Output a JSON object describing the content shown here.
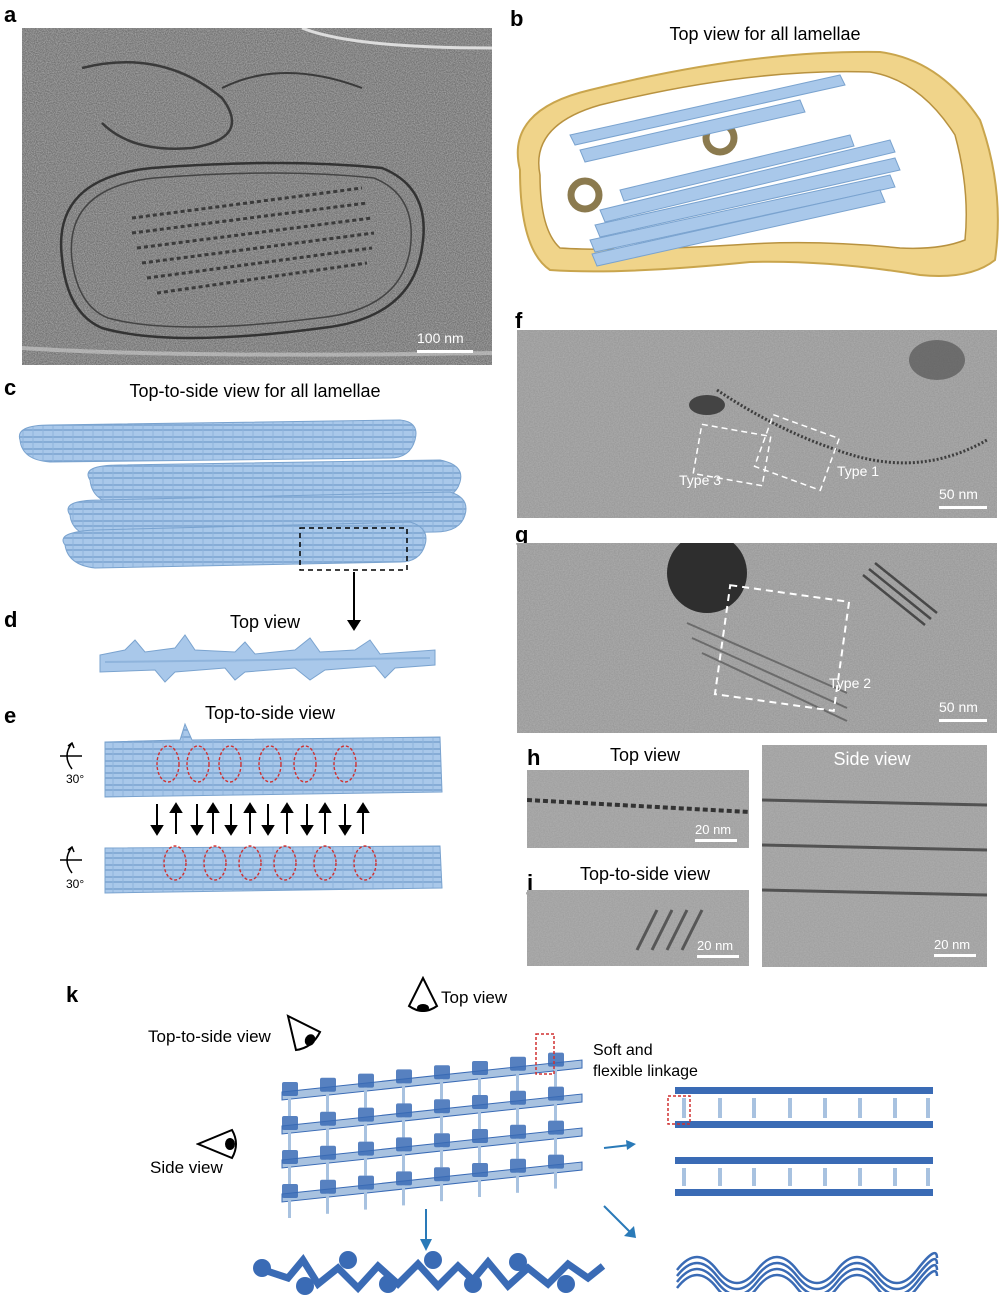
{
  "panels": {
    "a": {
      "label": "a",
      "scalebar": "100 nm"
    },
    "b": {
      "label": "b",
      "title": "Top view for all lamellae"
    },
    "c": {
      "label": "c",
      "title": "Top-to-side view for all lamellae"
    },
    "d": {
      "label": "d",
      "title": "Top view"
    },
    "e": {
      "label": "e",
      "title": "Top-to-side view",
      "angle_top": "30°",
      "angle_bottom": "30°"
    },
    "f": {
      "label": "f",
      "scalebar": "50 nm",
      "box1": "Type 3",
      "box2": "Type 1"
    },
    "g": {
      "label": "g",
      "scalebar": "50 nm",
      "box": "Type 2"
    },
    "h": {
      "label": "h",
      "title": "Top view",
      "scalebar": "20 nm"
    },
    "i": {
      "label": "i",
      "title": "Side view",
      "scalebar": "20 nm"
    },
    "j": {
      "label": "j",
      "title": "Top-to-side view",
      "scalebar": "20 nm"
    },
    "k": {
      "label": "k",
      "top_view": "Top view",
      "top_to_side_view": "Top-to-side view",
      "side_view": "Side view",
      "linkage_line1": "Soft and",
      "linkage_line2": "flexible linkage"
    }
  },
  "colors": {
    "lamella": "#a9c8ea",
    "lamella_dark": "#7aa3cf",
    "envelope": "#f0d48a",
    "schematic_blue": "#3a6bb5",
    "schematic_light": "#a8c2e0",
    "highlight_red": "#d03030",
    "arrow_blue": "#2a7ab8",
    "em_gray": "#6e6e6e"
  }
}
